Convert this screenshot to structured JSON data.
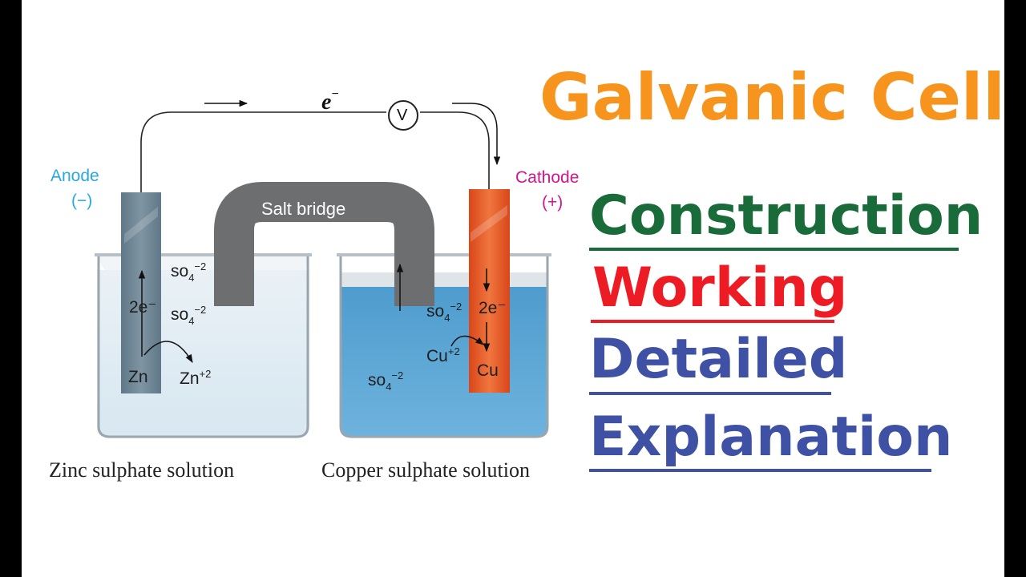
{
  "title": "Galvanic Cell",
  "subtitles": [
    "Construction",
    "Working",
    "Detailed",
    "Explanation"
  ],
  "colors": {
    "title": "#f7941d",
    "construction": "#1a6b3a",
    "working": "#ed1c24",
    "detailed": "#3f51a5",
    "anode_label": "#29a8e0",
    "cathode_label": "#d4148c",
    "zinc_electrode": "#687f8f",
    "copper_electrode": "#e8541e",
    "copper_solution": "#5aa3d2",
    "salt_bridge": "#6d6e70"
  },
  "diagram": {
    "electron": {
      "symbol": "e",
      "charge": "−"
    },
    "voltmeter": "V",
    "anode": {
      "name": "Anode",
      "sign": "(−)"
    },
    "cathode": {
      "name": "Cathode",
      "sign": "(+)"
    },
    "salt_bridge": "Salt bridge",
    "left_beaker": {
      "sulfate_1": {
        "base": "so",
        "sub": "4",
        "sup": "−2"
      },
      "sulfate_2": {
        "base": "so",
        "sub": "4",
        "sup": "−2"
      },
      "electrons": "2e⁻",
      "metal": "Zn",
      "ion": {
        "base": "Zn",
        "sup": "+2"
      },
      "caption": "Zinc sulphate solution"
    },
    "right_beaker": {
      "sulfate_1": {
        "base": "so",
        "sub": "4",
        "sup": "−2"
      },
      "sulfate_2": {
        "base": "so",
        "sub": "4",
        "sup": "−2"
      },
      "electrons": "2e⁻",
      "ion": {
        "base": "Cu",
        "sup": "+2"
      },
      "metal": "Cu",
      "caption": "Copper sulphate solution"
    }
  }
}
